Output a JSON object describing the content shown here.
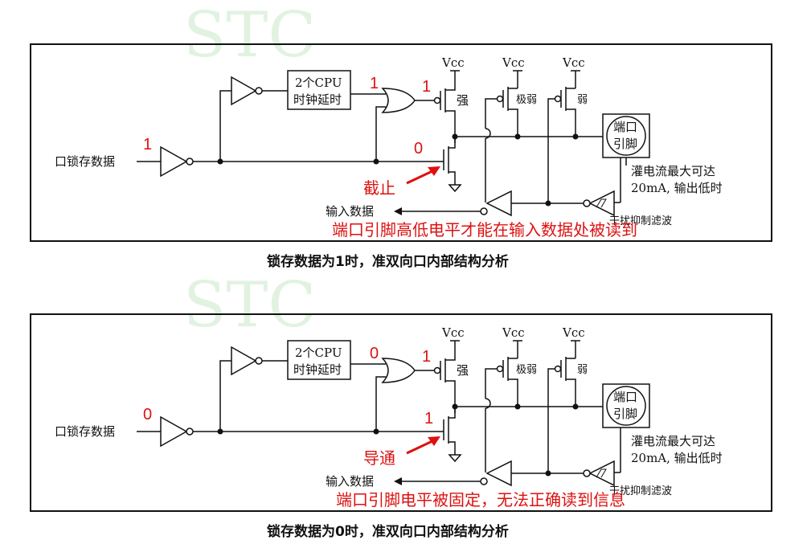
{
  "watermark": "STC",
  "top": {
    "input_label": "口锁存数据",
    "delay_line1": "2个CPU",
    "delay_line2": "时钟延时",
    "vcc1": "Vcc",
    "vcc2": "Vcc",
    "vcc3": "Vcc",
    "strong": "强",
    "very_weak": "极弱",
    "weak": "弱",
    "port_line1": "端口",
    "port_line2": "引脚",
    "sink_line1": "灌电流最大可达",
    "sink_line2": "20mA, 输出低时",
    "input_data": "输入数据",
    "filter": "干扰抑制滤波",
    "state_in": "1",
    "state_or_in": "1",
    "state_pmos": "1",
    "state_nmos": "0",
    "arrow_note": "截止",
    "red_note": "端口引脚高低电平才能在输入数据处被读到",
    "caption": "锁存数据为1时，准双向口内部结构分析"
  },
  "bottom": {
    "input_label": "口锁存数据",
    "delay_line1": "2个CPU",
    "delay_line2": "时钟延时",
    "vcc1": "Vcc",
    "vcc2": "Vcc",
    "vcc3": "Vcc",
    "strong": "强",
    "very_weak": "极弱",
    "weak": "弱",
    "port_line1": "端口",
    "port_line2": "引脚",
    "sink_line1": "灌电流最大可达",
    "sink_line2": "20mA, 输出低时",
    "input_data": "输入数据",
    "filter": "干扰抑制滤波",
    "state_in": "0",
    "state_or_in": "0",
    "state_pmos": "1",
    "state_nmos": "1",
    "arrow_note": "导通",
    "red_note": "端口引脚电平被固定，无法正确读到信息",
    "caption": "锁存数据为0时，准双向口内部结构分析"
  }
}
